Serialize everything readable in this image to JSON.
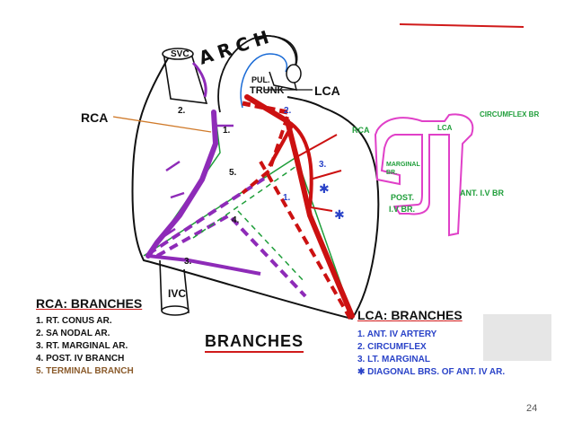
{
  "labels": {
    "svc": "SVC",
    "arch": "ARCH",
    "pul_trunk_1": "PUL.",
    "pul_trunk_2": "TRUNK",
    "lca": "LCA",
    "rca": "RCA",
    "ivc": "IVC",
    "n1": "1.",
    "n2": "2.",
    "n3": "3.",
    "n4": "4.",
    "n5": "5.",
    "n2b": "2.",
    "n3b": "3.",
    "n1b": "1."
  },
  "mini_diagram": {
    "rca": "RCA",
    "lca": "LCA",
    "circumflex": "CIRCUMFLEX BR",
    "marginal_1": "MARGINAL",
    "marginal_2": "BR.",
    "post_1": "POST.",
    "post_2": "I.V BR.",
    "ant_iv": "ANT. I.V BR"
  },
  "rca_branches": {
    "title": "RCA: BRANCHES",
    "items": [
      "1. RT. CONUS AR.",
      "2. SA NODAL AR.",
      "3. RT. MARGINAL AR.",
      "4. POST. IV BRANCH",
      "5. TERMINAL BRANCH"
    ]
  },
  "center_title": "BRANCHES",
  "lca_branches": {
    "title": "LCA: BRANCHES",
    "items": [
      "1. ANT. IV ARTERY",
      "2. CIRCUMFLEX",
      "3. LT. MARGINAL",
      "✱ DIAGONAL BRS. OF ANT. IV AR."
    ]
  },
  "page_number": "24",
  "colors": {
    "outline": "#111111",
    "rca_vessel": "#8e2bb8",
    "lca_vessel": "#cc1111",
    "pink": "#e040c8",
    "green": "#1f9e3a",
    "blue": "#2a43c8",
    "red_text": "#d01a1a"
  }
}
